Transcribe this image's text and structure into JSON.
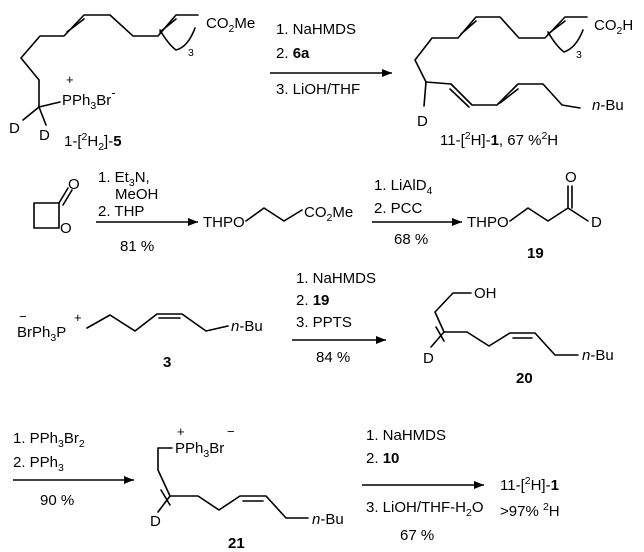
{
  "compounds": {
    "c5": {
      "label_pre": "1-[",
      "label_sup": "2",
      "label_mid": "H",
      "label_sub": "2",
      "label_close": "]-",
      "label_num": "5",
      "ester": "CO",
      "ester_sub": "2",
      "ester_tail": "Me",
      "n": "3",
      "phos": "PPh",
      "phos_sub": "3",
      "phos_tail": "Br",
      "d1": "D",
      "d2": "D",
      "plus": "+",
      "minus": "-"
    },
    "c1": {
      "label_pre": "11-[",
      "label_sup": "2",
      "label_mid": "H]-",
      "label_num": "1",
      "label_pct": ", 67 %",
      "label_sup2": "2",
      "label_h": "H",
      "acid": "CO",
      "acid_sub": "2",
      "acid_tail": "H",
      "n": "3",
      "nbu": "n",
      "nbu_tail": "-Bu",
      "d": "D"
    },
    "lactone": {
      "o1": "O",
      "o2": "O"
    },
    "ester": {
      "thpo": "THPO",
      "co": "CO",
      "co_sub": "2",
      "co_tail": "Me"
    },
    "c19": {
      "thpo": "THPO",
      "o": "O",
      "d": "D",
      "num": "19"
    },
    "c3": {
      "pre": "BrPh",
      "pre_sub": "3",
      "p": "P",
      "plus": "+",
      "minus": "−",
      "nbu": "n",
      "nbu_tail": "-Bu",
      "num": "3"
    },
    "c20": {
      "oh": "OH",
      "d": "D",
      "nbu": "n",
      "nbu_tail": "-Bu",
      "num": "20"
    },
    "c21": {
      "phos": "PPh",
      "phos_sub": "3",
      "phos_tail": "Br",
      "plus": "+",
      "minus": "−",
      "d": "D",
      "nbu": "n",
      "nbu_tail": "-Bu",
      "num": "21"
    },
    "final": {
      "pre": "11-[",
      "sup": "2",
      "mid": "H]-",
      "num": "1",
      "pct": ">97% ",
      "sup2": "2",
      "h": "H"
    }
  },
  "arrows": {
    "a1": {
      "s1": "1. NaHMDS",
      "s2_pre": "2. ",
      "s2_bold": "6a",
      "s3": "3. LiOH/THF"
    },
    "a2": {
      "s1": "1. Et",
      "s1_sub": "3",
      "s1_tail": "N,",
      "s2": "MeOH",
      "s3": "2. THP",
      "yield": "81 %"
    },
    "a3": {
      "s1": "1. LiAlD",
      "s1_sub": "4",
      "s2": "2. PCC",
      "yield": "68 %"
    },
    "a4": {
      "s1": "1. NaHMDS",
      "s2_pre": "2. ",
      "s2_bold": "19",
      "s3": "3. PPTS",
      "yield": "84 %"
    },
    "a5": {
      "s1": "1. PPh",
      "s1_sub": "3",
      "s1_tail": "Br",
      "s1_sub2": "2",
      "s2": "2. PPh",
      "s2_sub": "3",
      "yield": "90 %"
    },
    "a6": {
      "s1": "1. NaHMDS",
      "s2_pre": "2. ",
      "s2_bold": "10",
      "s3": "3. LiOH/THF-H",
      "s3_sub": "2",
      "s3_tail": "O",
      "yield": "67 %"
    }
  }
}
